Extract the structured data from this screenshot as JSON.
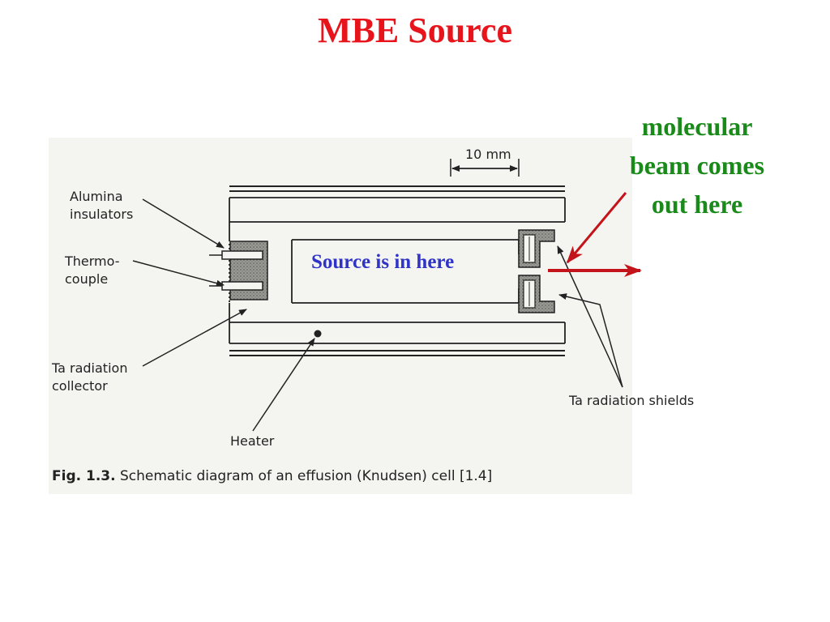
{
  "title": "MBE Source",
  "beam_note": {
    "line1": "molecular",
    "line2": "beam comes",
    "line3": "out here"
  },
  "source_note": "Source is in here",
  "labels": {
    "scale": "10 mm",
    "alumina": {
      "line1": "Alumina",
      "line2": "insulators"
    },
    "thermo": {
      "line1": "Thermo-",
      "line2": "couple"
    },
    "ta_collector": {
      "line1": "Ta radiation",
      "line2": "collector"
    },
    "heater": "Heater",
    "ta_shields": "Ta radiation shields"
  },
  "caption": {
    "fig": "Fig. 1.3.",
    "text": "Schematic diagram of an effusion (Knudsen) cell [1.4]"
  },
  "colors": {
    "title": "#e8141b",
    "beam_note": "#1a8a1a",
    "source_note": "#2f34c6",
    "arrow": "#c4141b"
  }
}
